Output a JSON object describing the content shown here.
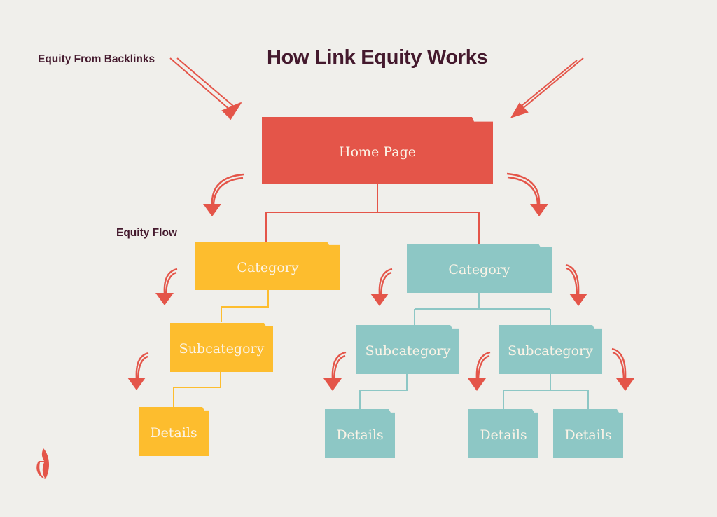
{
  "title": "How Link Equity Works",
  "labels": {
    "backlinks": "Equity From Backlinks",
    "flow": "Equity Flow"
  },
  "colors": {
    "background": "#f0efeb",
    "text": "#44192d",
    "home": "#e45549",
    "left_branch": "#fdbd2e",
    "right_branch": "#8dc7c5",
    "arrow": "#e45549"
  },
  "nodes": {
    "home": "Home Page",
    "left_category": "Category",
    "left_subcategory": "Subcategory",
    "left_details": "Details",
    "right_category": "Category",
    "right_subcategory_1": "Subcategory",
    "right_subcategory_2": "Subcategory",
    "right_details_1": "Details",
    "right_details_2": "Details",
    "right_details_3": "Details"
  },
  "icons": {
    "logo": "flame-logo-icon",
    "arrow": "curved-arrow-icon"
  }
}
